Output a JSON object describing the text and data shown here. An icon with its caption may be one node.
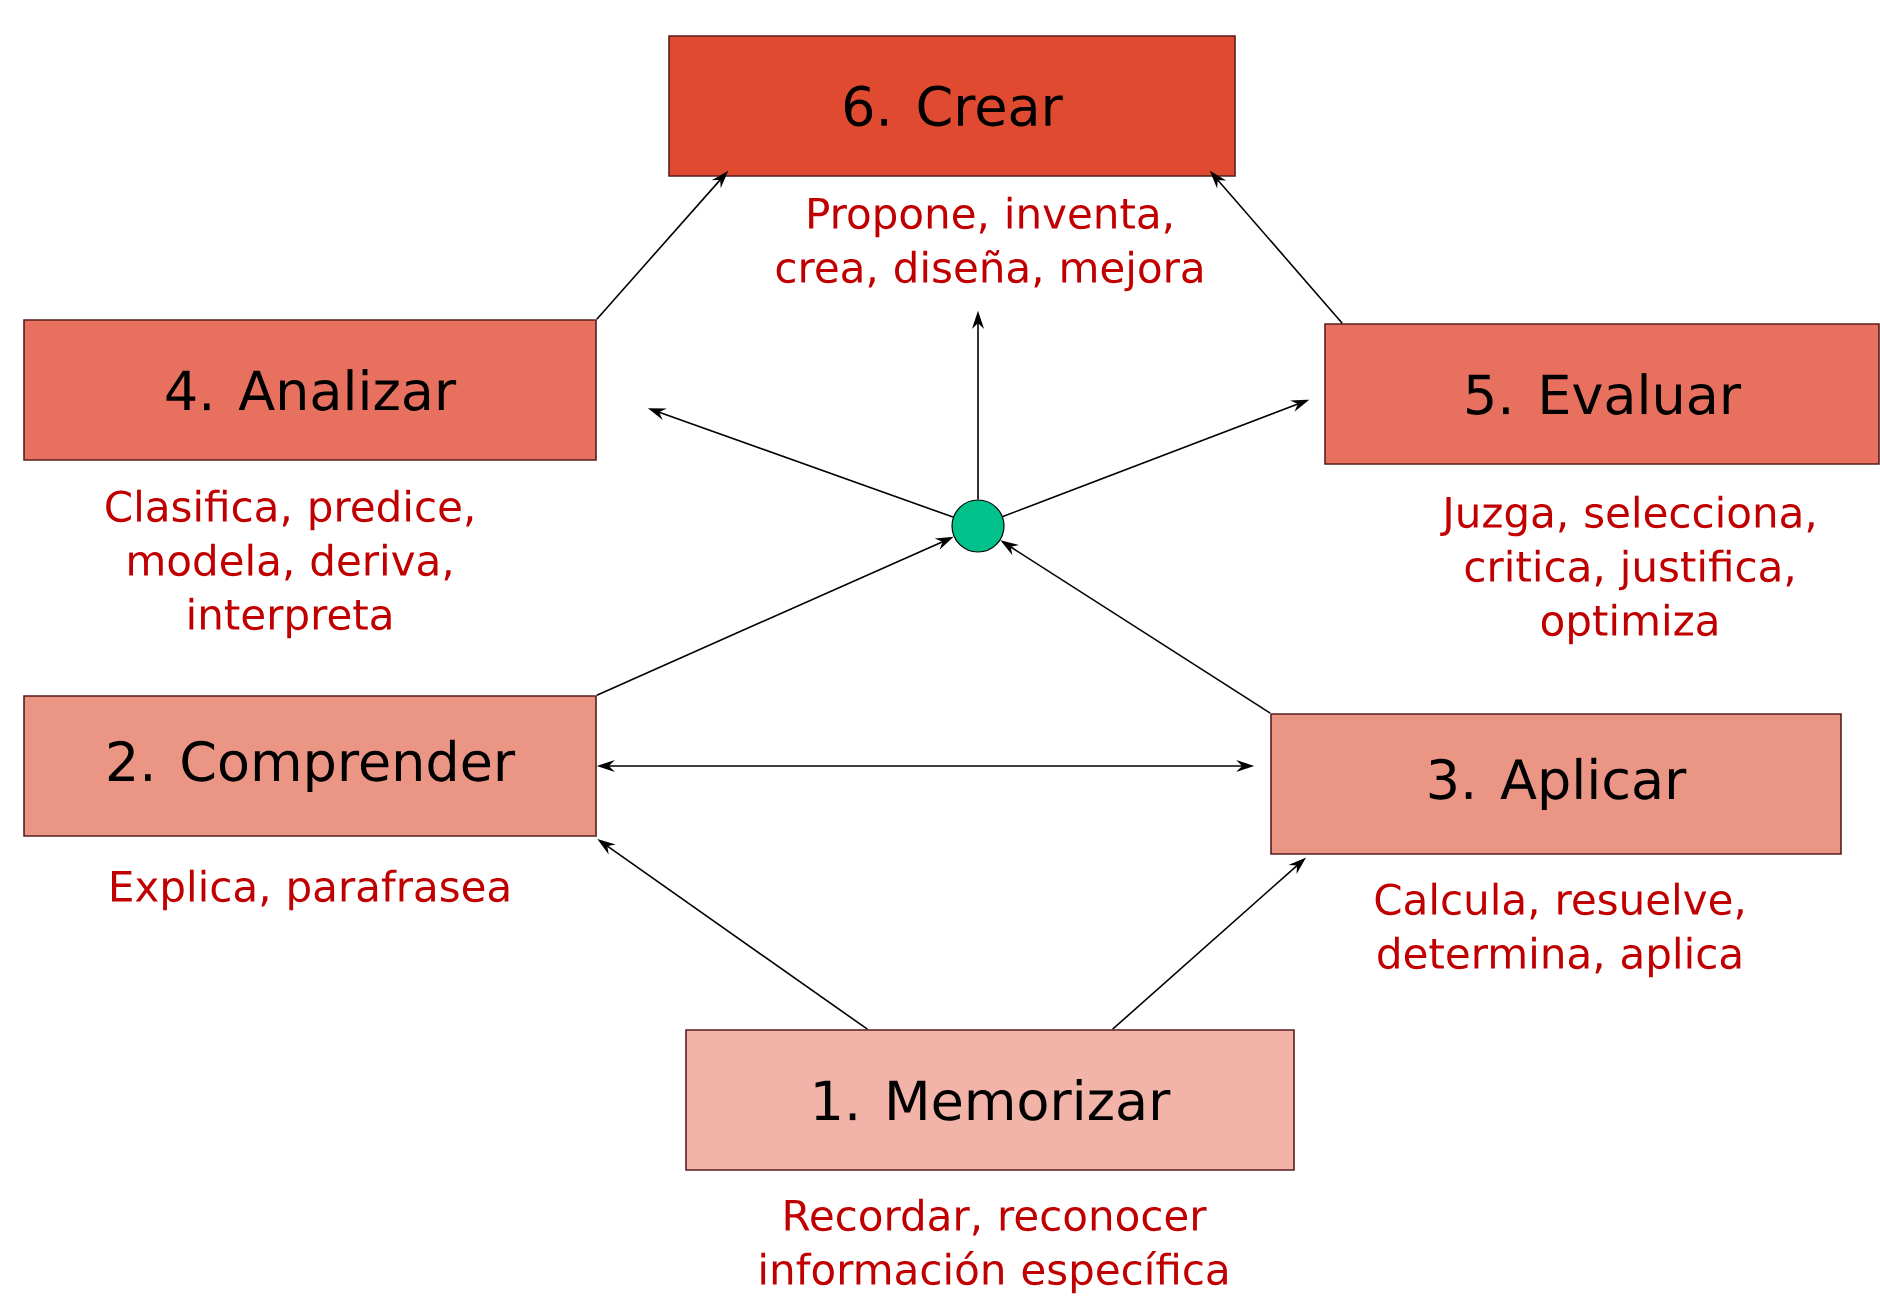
{
  "diagram": {
    "nodes": [
      {
        "text": [
          "6. Crear"
        ],
        "beside": [
          "Propone, inventa, crea, diseña, mejora"
        ]
      },
      {
        "text": [
          "4. Analizar"
        ],
        "beside": [
          "Clasifica, predice, modela, deriva, interpreta"
        ]
      },
      {
        "text": [
          "5. Evaluar"
        ],
        "beside": [
          "Juzga, selecciona, critica, justifica, optimiza"
        ]
      },
      {
        "text": [],
        "shape": "circle"
      },
      {
        "text": [
          "2. Comprender"
        ],
        "beside": [
          "Explica, parafrasea"
        ]
      },
      {
        "text": [
          "3. Aplicar"
        ],
        "beside": [
          "Calcula, resuelve, determina, aplica"
        ]
      },
      {
        "text": [
          "1. Memorizar"
        ],
        "beside": [
          "Recordar, reconocer información específica"
        ]
      }
    ],
    "edges": [
      {
        "from": 6,
        "to": 4,
        "arrow": "to"
      },
      {
        "from": 6,
        "to": 5,
        "arrow": "to"
      },
      {
        "from": 4,
        "to": 5,
        "arrow": "both"
      },
      {
        "from": 4,
        "to": 3,
        "arrow": "to"
      },
      {
        "from": 5,
        "to": 3,
        "arrow": "to"
      },
      {
        "from": 3,
        "to": 1,
        "arrow": "to"
      },
      {
        "from": 3,
        "to": 0,
        "arrow": "to"
      },
      {
        "from": 3,
        "to": 2,
        "arrow": "to"
      },
      {
        "from": 1,
        "to": 0,
        "arrow": "to"
      },
      {
        "from": 2,
        "to": 0,
        "arrow": "to"
      }
    ]
  }
}
